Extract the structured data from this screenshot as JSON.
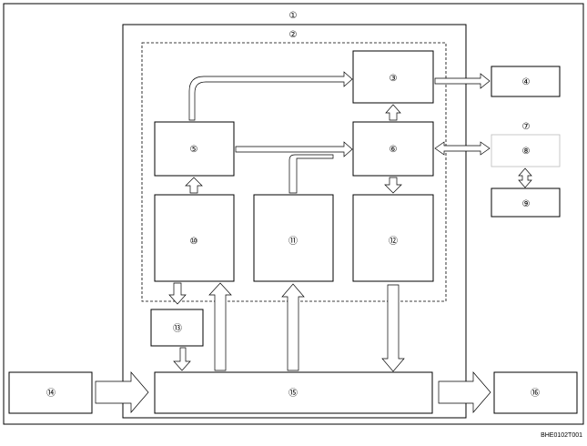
{
  "diagram": {
    "labels": {
      "n1": "①",
      "n2": "②",
      "n3": "③",
      "n4": "④",
      "n5": "⑤",
      "n6": "⑥",
      "n7": "⑦",
      "n8": "⑧",
      "n9": "⑨",
      "n10": "⑩",
      "n11": "⑪",
      "n12": "⑫",
      "n13": "⑬",
      "n14": "⑭",
      "n15": "⑮",
      "n16": "⑯"
    },
    "figure_code": "BHE0102T001",
    "colors": {
      "line": "#000000",
      "background": "#ffffff",
      "arrow_fill": "#ffffff"
    }
  }
}
